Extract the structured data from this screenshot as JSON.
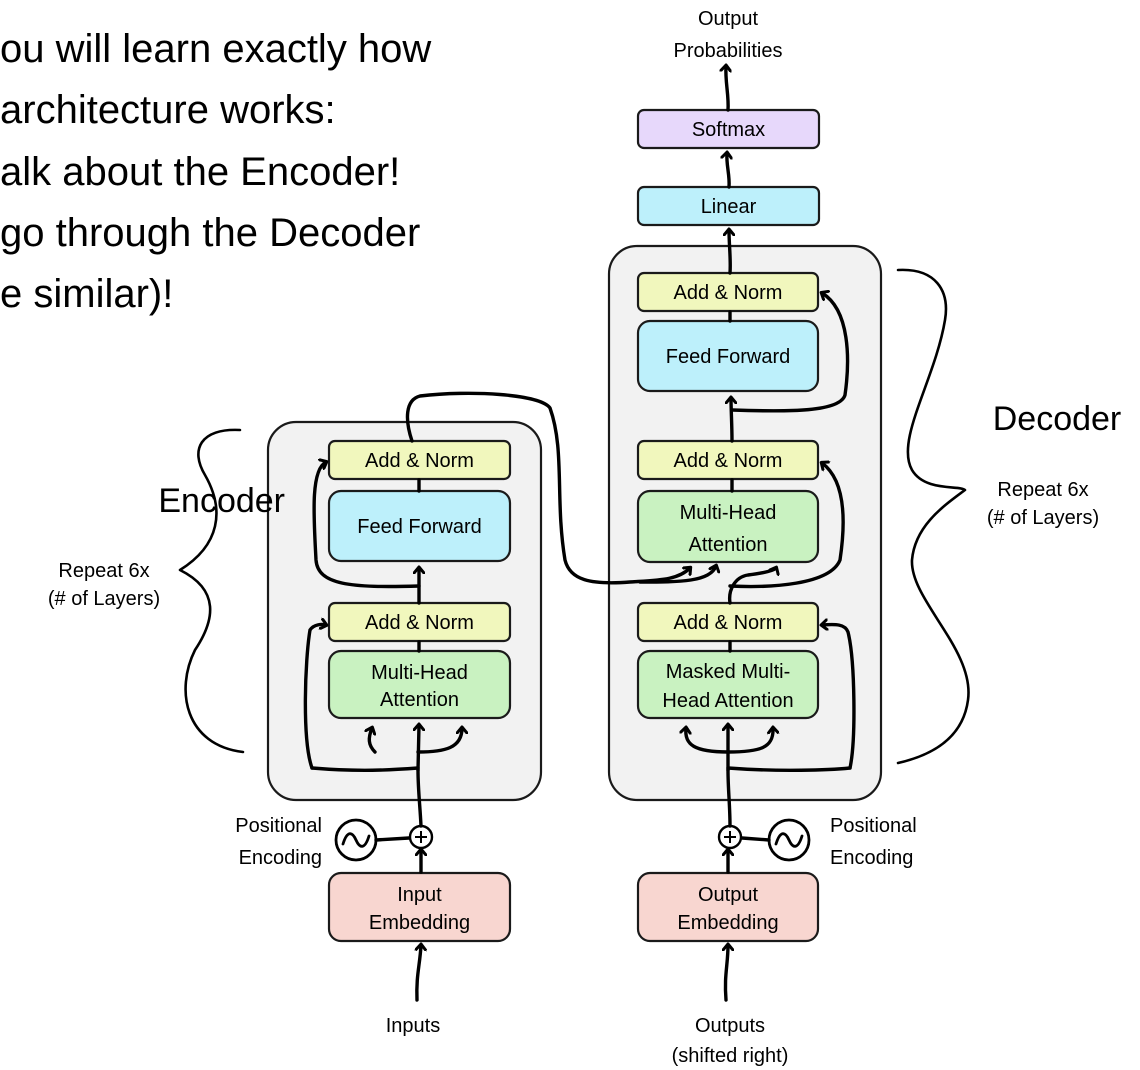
{
  "intro": {
    "lines": [
      "ou will learn exactly how",
      "architecture works:",
      "alk about the Encoder!",
      "go through the Decoder",
      "e similar)!"
    ]
  },
  "encoder": {
    "title": "Encoder",
    "repeat": "Repeat 6x",
    "layers": "(# of Layers)",
    "add_norm_top": "Add & Norm",
    "feed_forward": "Feed Forward",
    "add_norm_bottom": "Add & Norm",
    "mha_line1": "Multi-Head",
    "mha_line2": "Attention",
    "pos_line1": "Positional",
    "pos_line2": "Encoding",
    "embed_line1": "Input",
    "embed_line2": "Embedding",
    "inputs": "Inputs"
  },
  "decoder": {
    "title": "Decoder",
    "repeat": "Repeat 6x",
    "layers": "(# of Layers)",
    "add_norm_top": "Add & Norm",
    "feed_forward": "Feed Forward",
    "add_norm_mid": "Add & Norm",
    "mha_line1": "Multi-Head",
    "mha_line2": "Attention",
    "add_norm_bottom": "Add & Norm",
    "masked_line1": "Masked Multi-",
    "masked_line2": "Head Attention",
    "pos_line1": "Positional",
    "pos_line2": "Encoding",
    "embed_line1": "Output",
    "embed_line2": "Embedding",
    "outputs_line1": "Outputs",
    "outputs_line2": "(shifted right)"
  },
  "head": {
    "linear": "Linear",
    "softmax": "Softmax",
    "output_line1": "Output",
    "output_line2": "Probabilities"
  },
  "colors": {
    "add_norm": "#f1f7bd",
    "feed_forward": "#bdf0fb",
    "attention": "#c9f2c1",
    "embedding": "#f8d6d0",
    "softmax": "#e7d8fb",
    "frame": "#f2f2f2"
  },
  "icons": [
    "sine-wave-icon",
    "plus-circle-icon",
    "arrow-icon",
    "curly-brace-icon"
  ]
}
